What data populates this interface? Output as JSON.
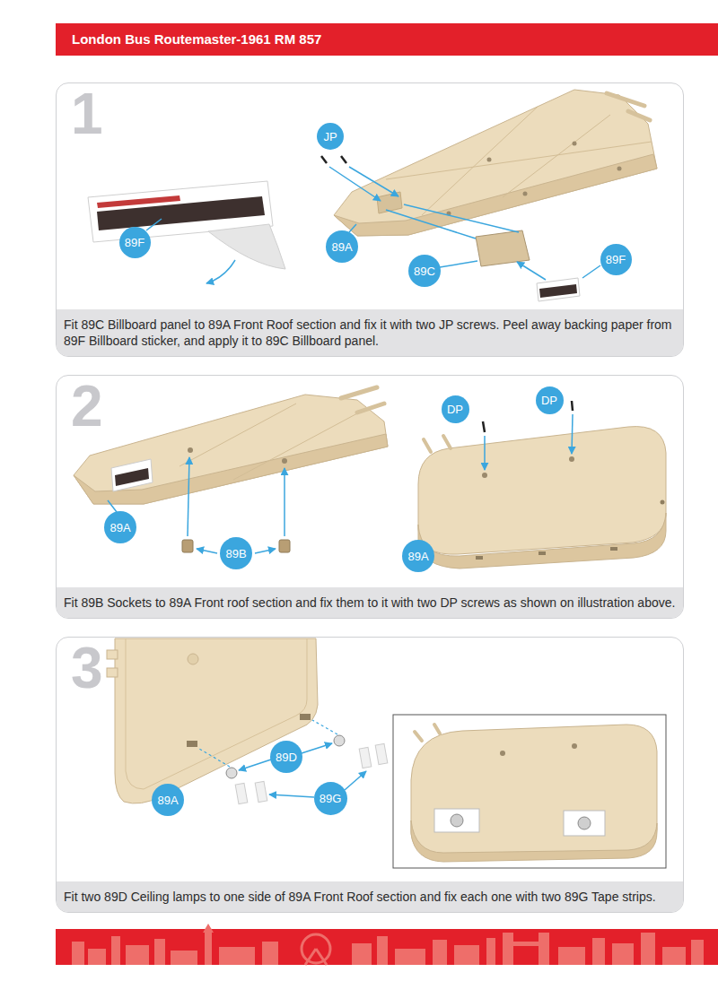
{
  "diagram": {
    "title": "London Bus Routemaster-1961 RM 857",
    "nodes": [
      {
        "text": [
          "1"
        ]
      },
      {
        "text": [
          "Fit 89C Billboard panel to 89A Front Roof section and fix it with two JP screws. Peel away backing paper from 89F Billboard sticker, and apply it to 89C Billboard panel."
        ],
        "in": 0
      },
      {
        "text": [
          "89F"
        ],
        "in": 0
      },
      {
        "text": [
          "JP"
        ],
        "in": 0
      },
      {
        "text": [
          "89A"
        ],
        "in": 0
      },
      {
        "text": [
          "89C"
        ],
        "in": 0
      },
      {
        "text": [
          "89F"
        ],
        "in": 0
      },
      {
        "text": [
          "2"
        ]
      },
      {
        "text": [
          "Fit 89B Sockets to 89A Front roof section and fix them to it with two DP screws as shown on illustration above."
        ],
        "in": 7
      },
      {
        "text": [
          "89A"
        ],
        "in": 7
      },
      {
        "text": [
          "89B"
        ],
        "in": 7
      },
      {
        "text": [
          "DP"
        ],
        "in": 7
      },
      {
        "text": [
          "DP"
        ],
        "in": 7
      },
      {
        "text": [
          "89A"
        ],
        "in": 7
      },
      {
        "text": [
          "3"
        ]
      },
      {
        "text": [
          "Fit two 89D Ceiling lamps to one side of 89A Front Roof section and fix each one with two 89G Tape strips."
        ],
        "in": 14
      },
      {
        "text": [
          "89D"
        ],
        "in": 14
      },
      {
        "text": [
          "89A"
        ],
        "in": 14
      },
      {
        "text": [
          "89G"
        ],
        "in": 14
      }
    ]
  }
}
